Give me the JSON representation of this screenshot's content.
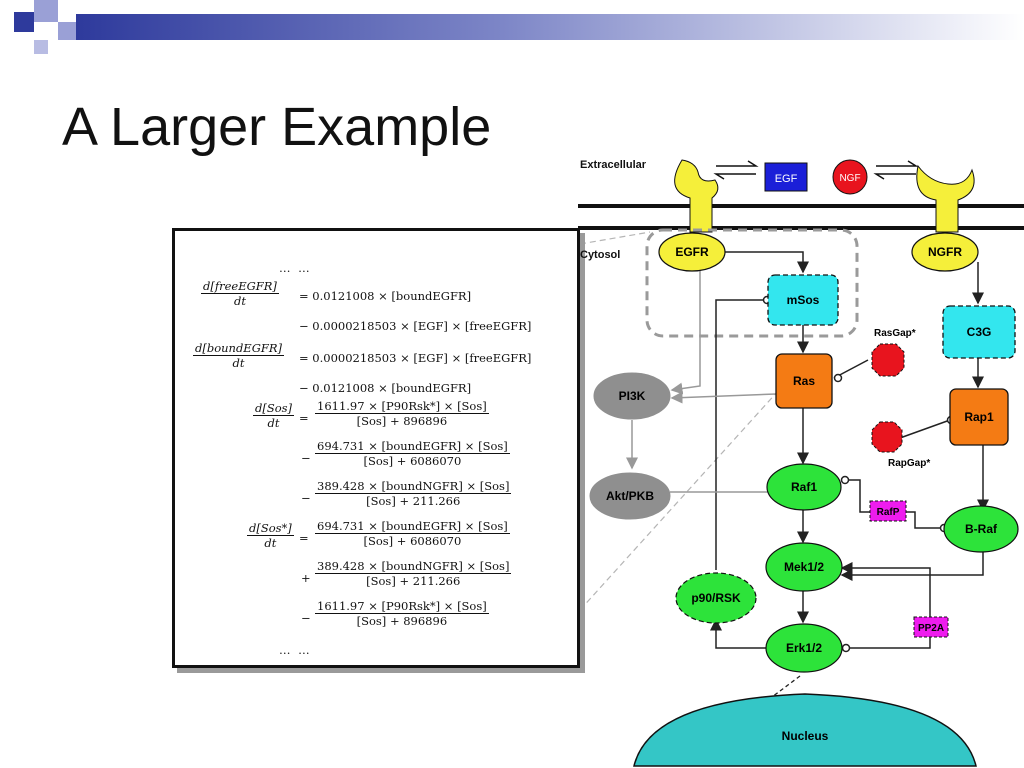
{
  "slide": {
    "title": "A Larger Example"
  },
  "equations": {
    "dots_top": "…    …",
    "dots_bottom": "…    …",
    "eq1": {
      "lhs_num": "d[freeEGFR]",
      "lhs_den": "dt",
      "line1": "= 0.0121008 × [boundEGFR]",
      "line2": "− 0.0000218503 × [EGF] × [freeEGFR]"
    },
    "eq2": {
      "lhs_num": "d[boundEGFR]",
      "lhs_den": "dt",
      "line1": "= 0.0000218503 × [EGF] × [freeEGFR]",
      "line2": "− 0.0121008 × [boundEGFR]"
    },
    "eq3": {
      "lhs_num": "d[Sos]",
      "lhs_den": "dt",
      "t1_num": "1611.97 × [P90Rsk*] × [Sos]",
      "t1_den": "[Sos] + 896896",
      "t2_num": "694.731 × [boundEGFR] × [Sos]",
      "t2_den": "[Sos] + 6086070",
      "t3_num": "389.428 × [boundNGFR] × [Sos]",
      "t3_den": "[Sos] + 211.266"
    },
    "eq4": {
      "lhs_num": "d[Sos*]",
      "lhs_den": "dt",
      "t1_num": "694.731 × [boundEGFR] × [Sos]",
      "t1_den": "[Sos] + 6086070",
      "t2_num": "389.428 × [boundNGFR] × [Sos]",
      "t2_den": "[Sos] + 211.266",
      "t3_num": "1611.97 × [P90Rsk*] × [Sos]",
      "t3_den": "[Sos] + 896896"
    },
    "signs": {
      "eq": "=",
      "minus": "−",
      "plus": "+"
    }
  },
  "diagram": {
    "extracellular": "Extracellular",
    "cytosol": "Cytosol",
    "egf": "EGF",
    "ngf": "NGF",
    "egfr": "EGFR",
    "ngfr": "NGFR",
    "msos": "mSos",
    "c3g": "C3G",
    "ras": "Ras",
    "rasgap": "RasGap*",
    "rap1": "Rap1",
    "rapgap": "RapGap*",
    "pi3k": "PI3K",
    "akt": "Akt/PKB",
    "raf1": "Raf1",
    "rafp": "RafP",
    "braf": "B-Raf",
    "mek": "Mek1/2",
    "p90": "p90/RSK",
    "pp2a": "PP2A",
    "erk": "Erk1/2",
    "nucleus": "Nucleus",
    "colors": {
      "receptor": "#f5ef3a",
      "cyan": "#33e6ee",
      "orange": "#f47b14",
      "green": "#2de33a",
      "gray": "#8f8f8f",
      "magenta": "#ee1cee",
      "red": "#e8141e",
      "blue": "#1b1fd8",
      "nucleus": "#34c6c6"
    }
  }
}
